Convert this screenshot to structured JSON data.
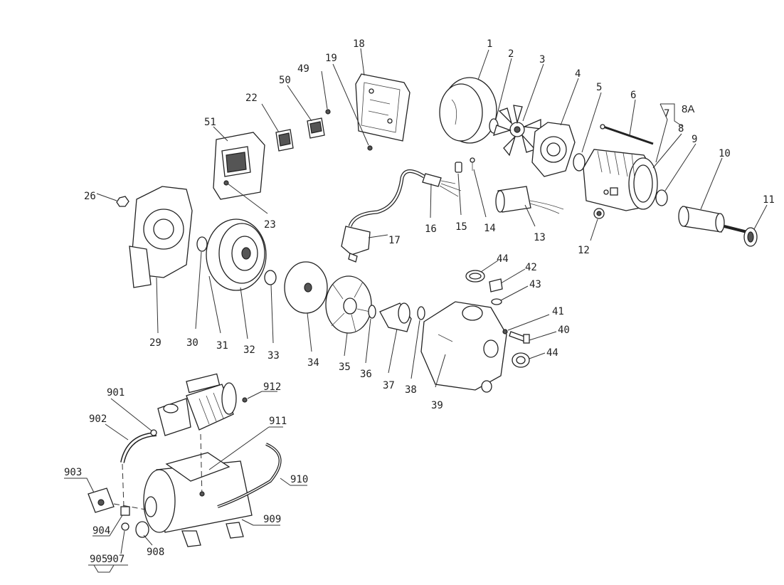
{
  "diagram": {
    "labels": {
      "p1": "1",
      "p2": "2",
      "p3": "3",
      "p4": "4",
      "p5": "5",
      "p6": "6",
      "p7": "7",
      "p8": "8",
      "p8a": "8A",
      "p9": "9",
      "p10": "10",
      "p11": "11",
      "p12": "12",
      "p13": "13",
      "p14": "14",
      "p15": "15",
      "p16": "16",
      "p17": "17",
      "p18": "18",
      "p19": "19",
      "p22": "22",
      "p23": "23",
      "p26": "26",
      "p29": "29",
      "p30": "30",
      "p31": "31",
      "p32": "32",
      "p33": "33",
      "p34": "34",
      "p35": "35",
      "p36": "36",
      "p37": "37",
      "p38": "38",
      "p39": "39",
      "p40": "40",
      "p41": "41",
      "p42": "42",
      "p43": "43",
      "p44a": "44",
      "p44b": "44",
      "p49": "49",
      "p50": "50",
      "p51": "51",
      "p901": "901",
      "p902": "902",
      "p903": "903",
      "p904": "904",
      "p905": "905",
      "p907": "907",
      "p908": "908",
      "p909": "909",
      "p910": "910",
      "p911": "911",
      "p912": "912"
    }
  }
}
